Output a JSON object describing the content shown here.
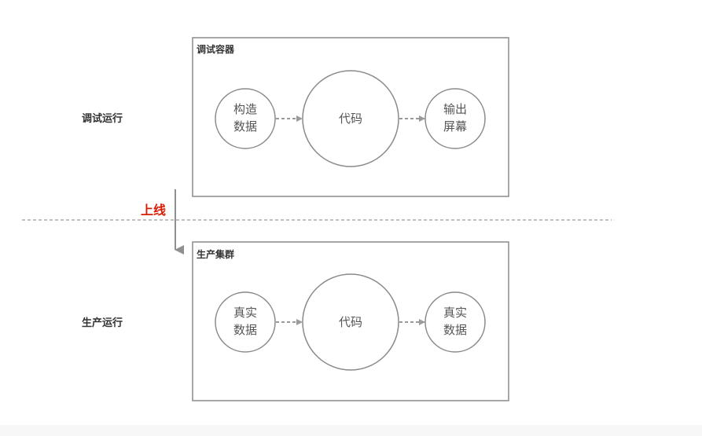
{
  "stages": {
    "debug": {
      "label": "调试运行",
      "container_title": "调试容器",
      "input_node": [
        "构造",
        "数据"
      ],
      "center_node": "代码",
      "output_node": [
        "输出",
        "屏幕"
      ]
    },
    "production": {
      "label": "生产运行",
      "container_title": "生产集群",
      "input_node": [
        "真实",
        "数据"
      ],
      "center_node": "代码",
      "output_node": [
        "真实",
        "数据"
      ]
    }
  },
  "deploy_label": "上线",
  "colors": {
    "stroke": "#8a8a8a",
    "text": "#555555",
    "title": "#333333",
    "deploy": "#d81e06",
    "arrow": "#9a9a9a",
    "divider": "#aaaaaa"
  }
}
